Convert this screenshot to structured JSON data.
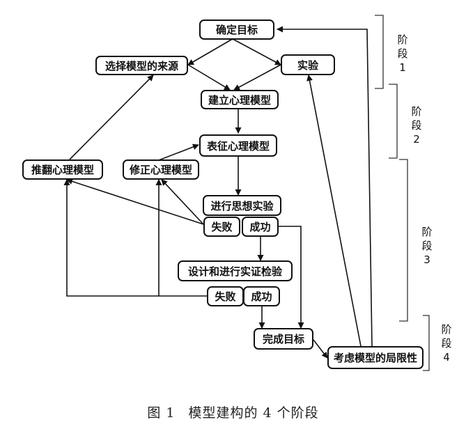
{
  "boxes": {
    "goal": "确定目标",
    "source": "选择模型的来源",
    "experiment": "实验",
    "build": "建立心理模型",
    "represent": "表征心理模型",
    "overturn": "推翻心理模型",
    "revise": "修正心理模型",
    "thought": "进行思想实验",
    "fail1": "失败",
    "success1": "成功",
    "design": "设计和进行实证检验",
    "fail2": "失败",
    "success2": "成功",
    "complete": "完成目标",
    "limits": "考虑模型的局限性"
  },
  "stages": [
    {
      "word1": "阶",
      "word2": "段",
      "num": "1"
    },
    {
      "word1": "阶",
      "word2": "段",
      "num": "2"
    },
    {
      "word1": "阶",
      "word2": "段",
      "num": "3"
    },
    {
      "word1": "阶",
      "word2": "段",
      "num": "4"
    }
  ],
  "caption": {
    "fig": "图 1",
    "text": "模型建构的 4 个阶段"
  }
}
